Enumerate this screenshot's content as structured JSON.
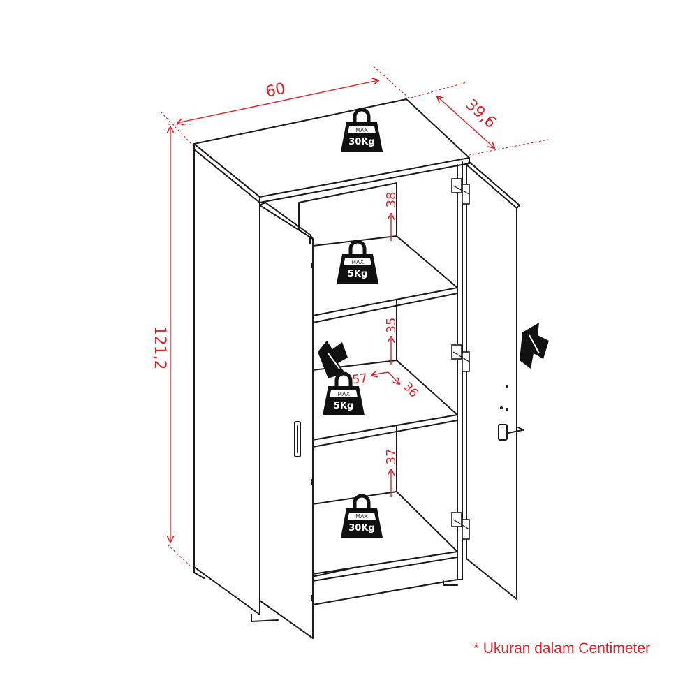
{
  "dimensions": {
    "width": "60",
    "depth": "39,6",
    "height": "121,2",
    "shelf_top_gap": "38",
    "shelf_mid_gap": "35",
    "shelf_bottom_gap": "37",
    "inner_width": "57",
    "inner_depth": "36"
  },
  "loads": {
    "top": {
      "max": "MAX",
      "value": "30Kg"
    },
    "shelf_upper": {
      "max": "MAX",
      "value": "5Kg"
    },
    "shelf_middle": {
      "max": "MAX",
      "value": "5Kg"
    },
    "bottom": {
      "max": "MAX",
      "value": "30Kg"
    }
  },
  "note": "* Ukuran dalam Centimeter",
  "colors": {
    "accent": "#d9262c",
    "outline": "#1a1a1a",
    "weight": "#111111"
  }
}
